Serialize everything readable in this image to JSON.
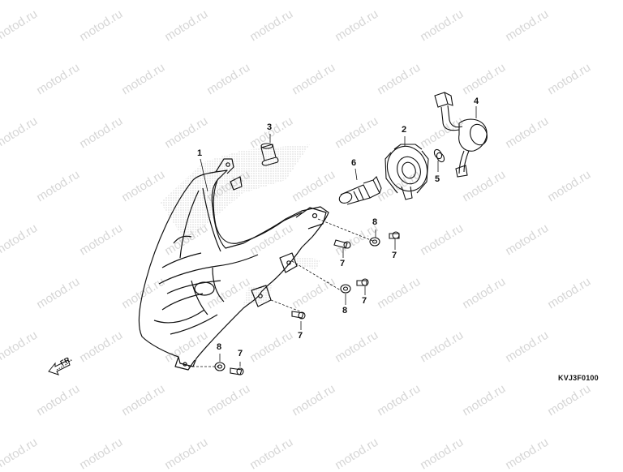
{
  "diagram": {
    "watermark_text": "motod.ru",
    "front_label": "FR.",
    "drawing_code": "KVJ3F0100",
    "callouts": {
      "n1": "1",
      "n2": "2",
      "n3": "3",
      "n4": "4",
      "n5": "5",
      "n6": "6",
      "n7a": "7",
      "n7b": "7",
      "n7c": "7",
      "n7d": "7",
      "n7e": "7",
      "n8a": "8",
      "n8b": "8",
      "n8c": "8"
    },
    "colors": {
      "line": "#111111",
      "watermark": "#d6d6d6",
      "shading": "#c8c8c8"
    }
  }
}
